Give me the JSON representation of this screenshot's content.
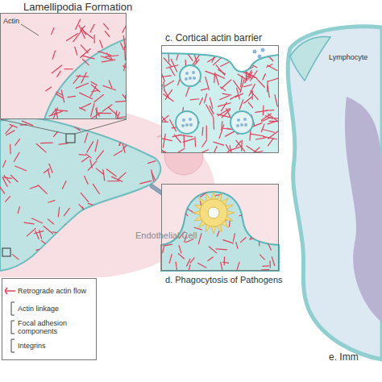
{
  "diagram": {
    "nodes": [
      {
        "text": [
          "Lamellipodia Formation"
        ]
      },
      {
        "text": [
          "c. Cortical actin barrier"
        ]
      },
      {
        "text": [
          "d. Phagocytosis of Pathogens"
        ]
      }
    ],
    "labels": [
      "Actin",
      "Endothelial Cell",
      "Lymphocyte",
      "e. Imm"
    ],
    "legend": [
      {
        "text": "Retrograde actin flow"
      },
      {
        "text": "Actin linkage"
      },
      {
        "text": "Focal adhesion components"
      },
      {
        "text": "Integrins"
      }
    ]
  }
}
